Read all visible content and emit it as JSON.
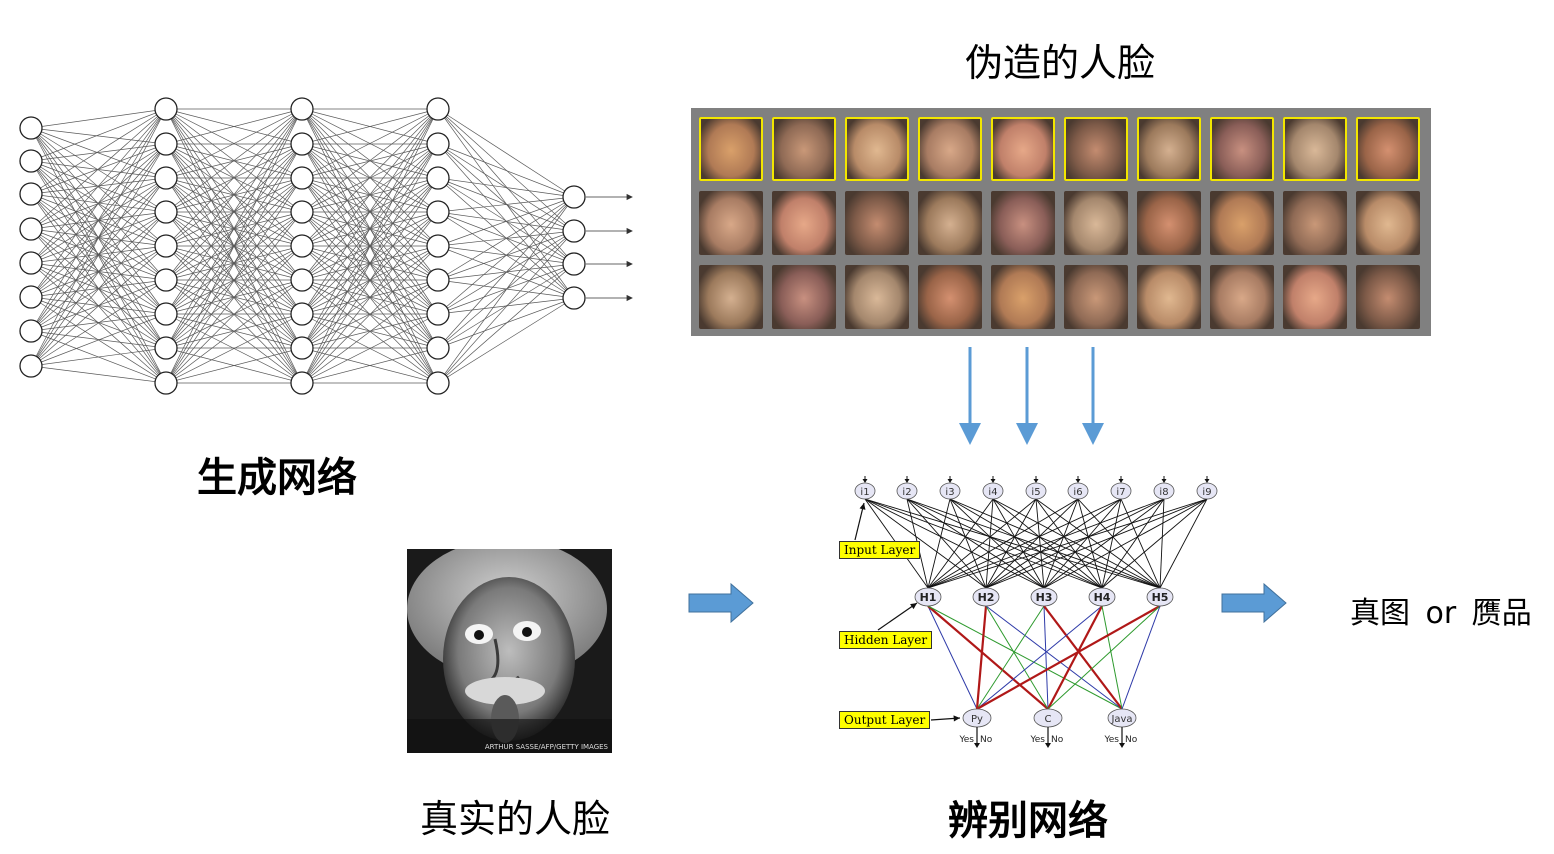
{
  "labels": {
    "fake_faces": "伪造的人脸",
    "generator": "生成网络",
    "real_face": "真实的人脸",
    "discriminator": "辨别网络",
    "result": "真图 or 赝品"
  },
  "discriminator_net": {
    "inputs": [
      "i1",
      "i2",
      "i3",
      "i4",
      "i5",
      "i6",
      "i7",
      "i8",
      "i9"
    ],
    "hidden": [
      "H1",
      "H2",
      "H3",
      "H4",
      "H5"
    ],
    "outputs": [
      "Py",
      "C",
      "Java"
    ],
    "input_layer_label": "Input Layer",
    "hidden_layer_label": "Hidden Layer",
    "output_layer_label": "Output Layer",
    "yes_label": "Yes",
    "no_label": "No"
  },
  "photo_credit": "ARTHUR SASSE/AFP/GETTY IMAGES",
  "colors": {
    "arrow_blue": "#5b9bd5",
    "label_yellow": "#ffff00",
    "grid_gray": "#808080",
    "node_fill": "#e6e6f5"
  }
}
